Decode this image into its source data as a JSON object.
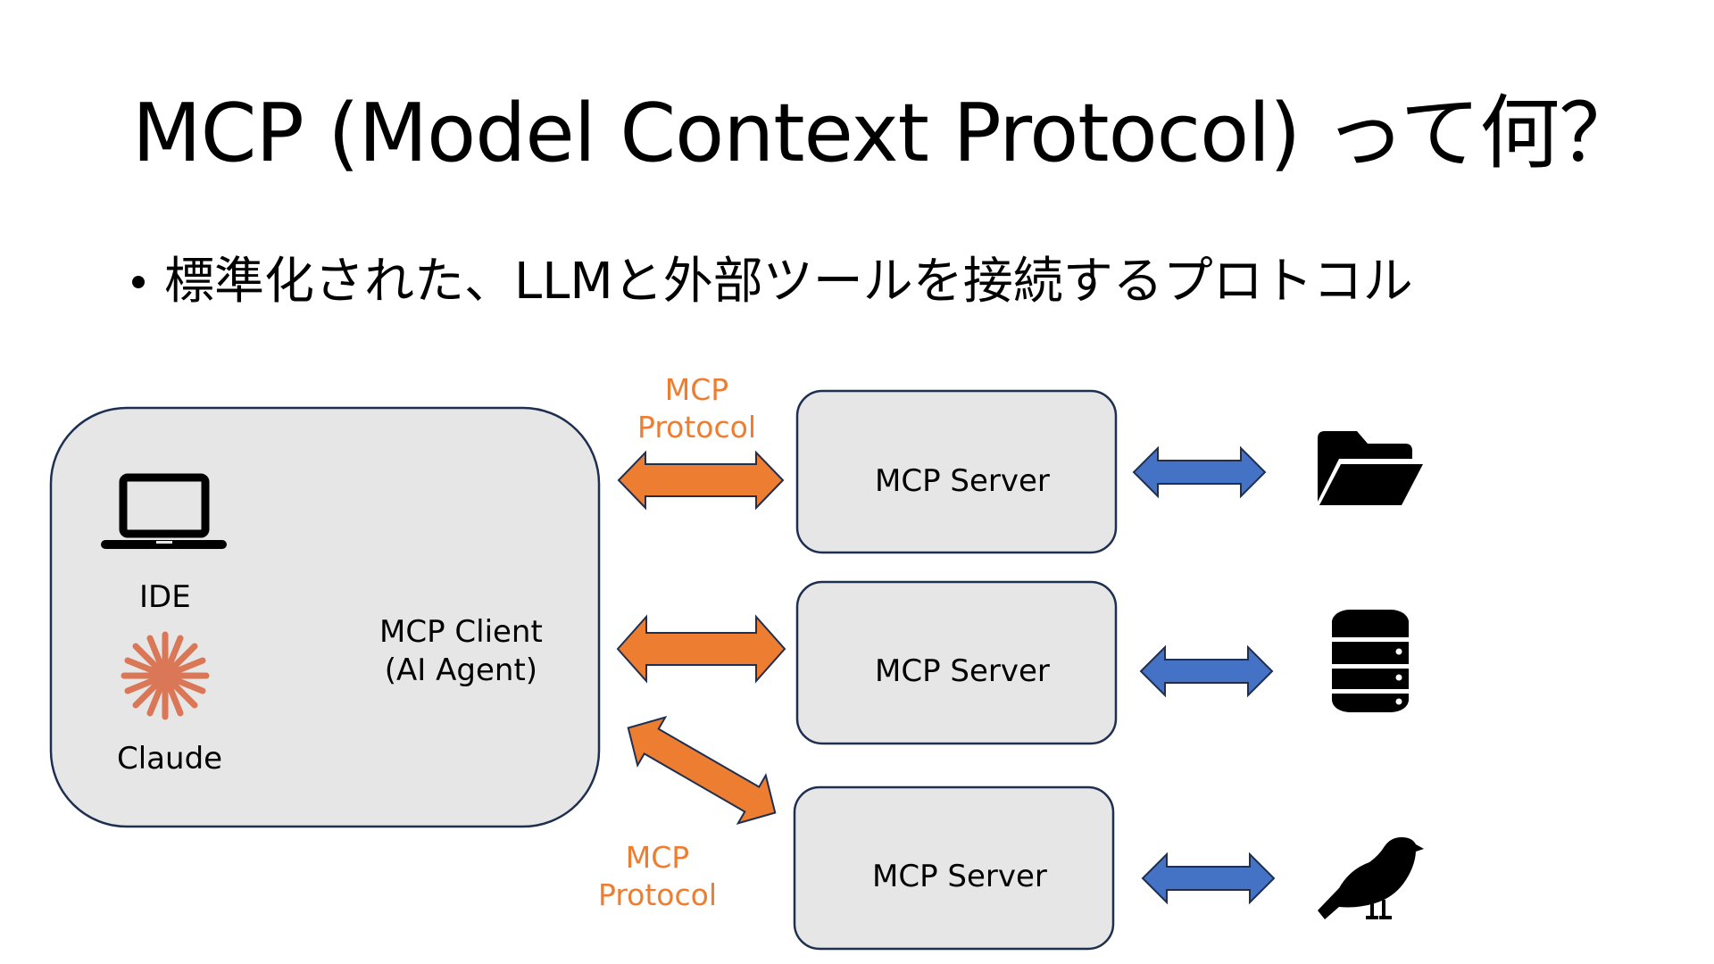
{
  "slide": {
    "title": "MCP (Model Context Protocol) って何？",
    "bullet": "標準化された、LLMと外部ツールを接続するプロトコル"
  },
  "client": {
    "ide_label": "IDE",
    "claude_label": "Claude",
    "name_line1": "MCP Client",
    "name_line2": "(AI Agent)"
  },
  "protocol_label_top": {
    "line1": "MCP",
    "line2": "Protocol"
  },
  "protocol_label_bottom": {
    "line1": "MCP",
    "line2": "Protocol"
  },
  "servers": [
    {
      "label": "MCP Server",
      "resource_icon": "folder-icon"
    },
    {
      "label": "MCP Server",
      "resource_icon": "database-icon"
    },
    {
      "label": "MCP Server",
      "resource_icon": "bird-icon"
    }
  ],
  "colors": {
    "protocol_arrow": "#ED7D31",
    "resource_arrow": "#4472C4",
    "box_fill": "#E7E6E6",
    "box_border": "#1F2F50",
    "protocol_text": "#ED7D31"
  }
}
